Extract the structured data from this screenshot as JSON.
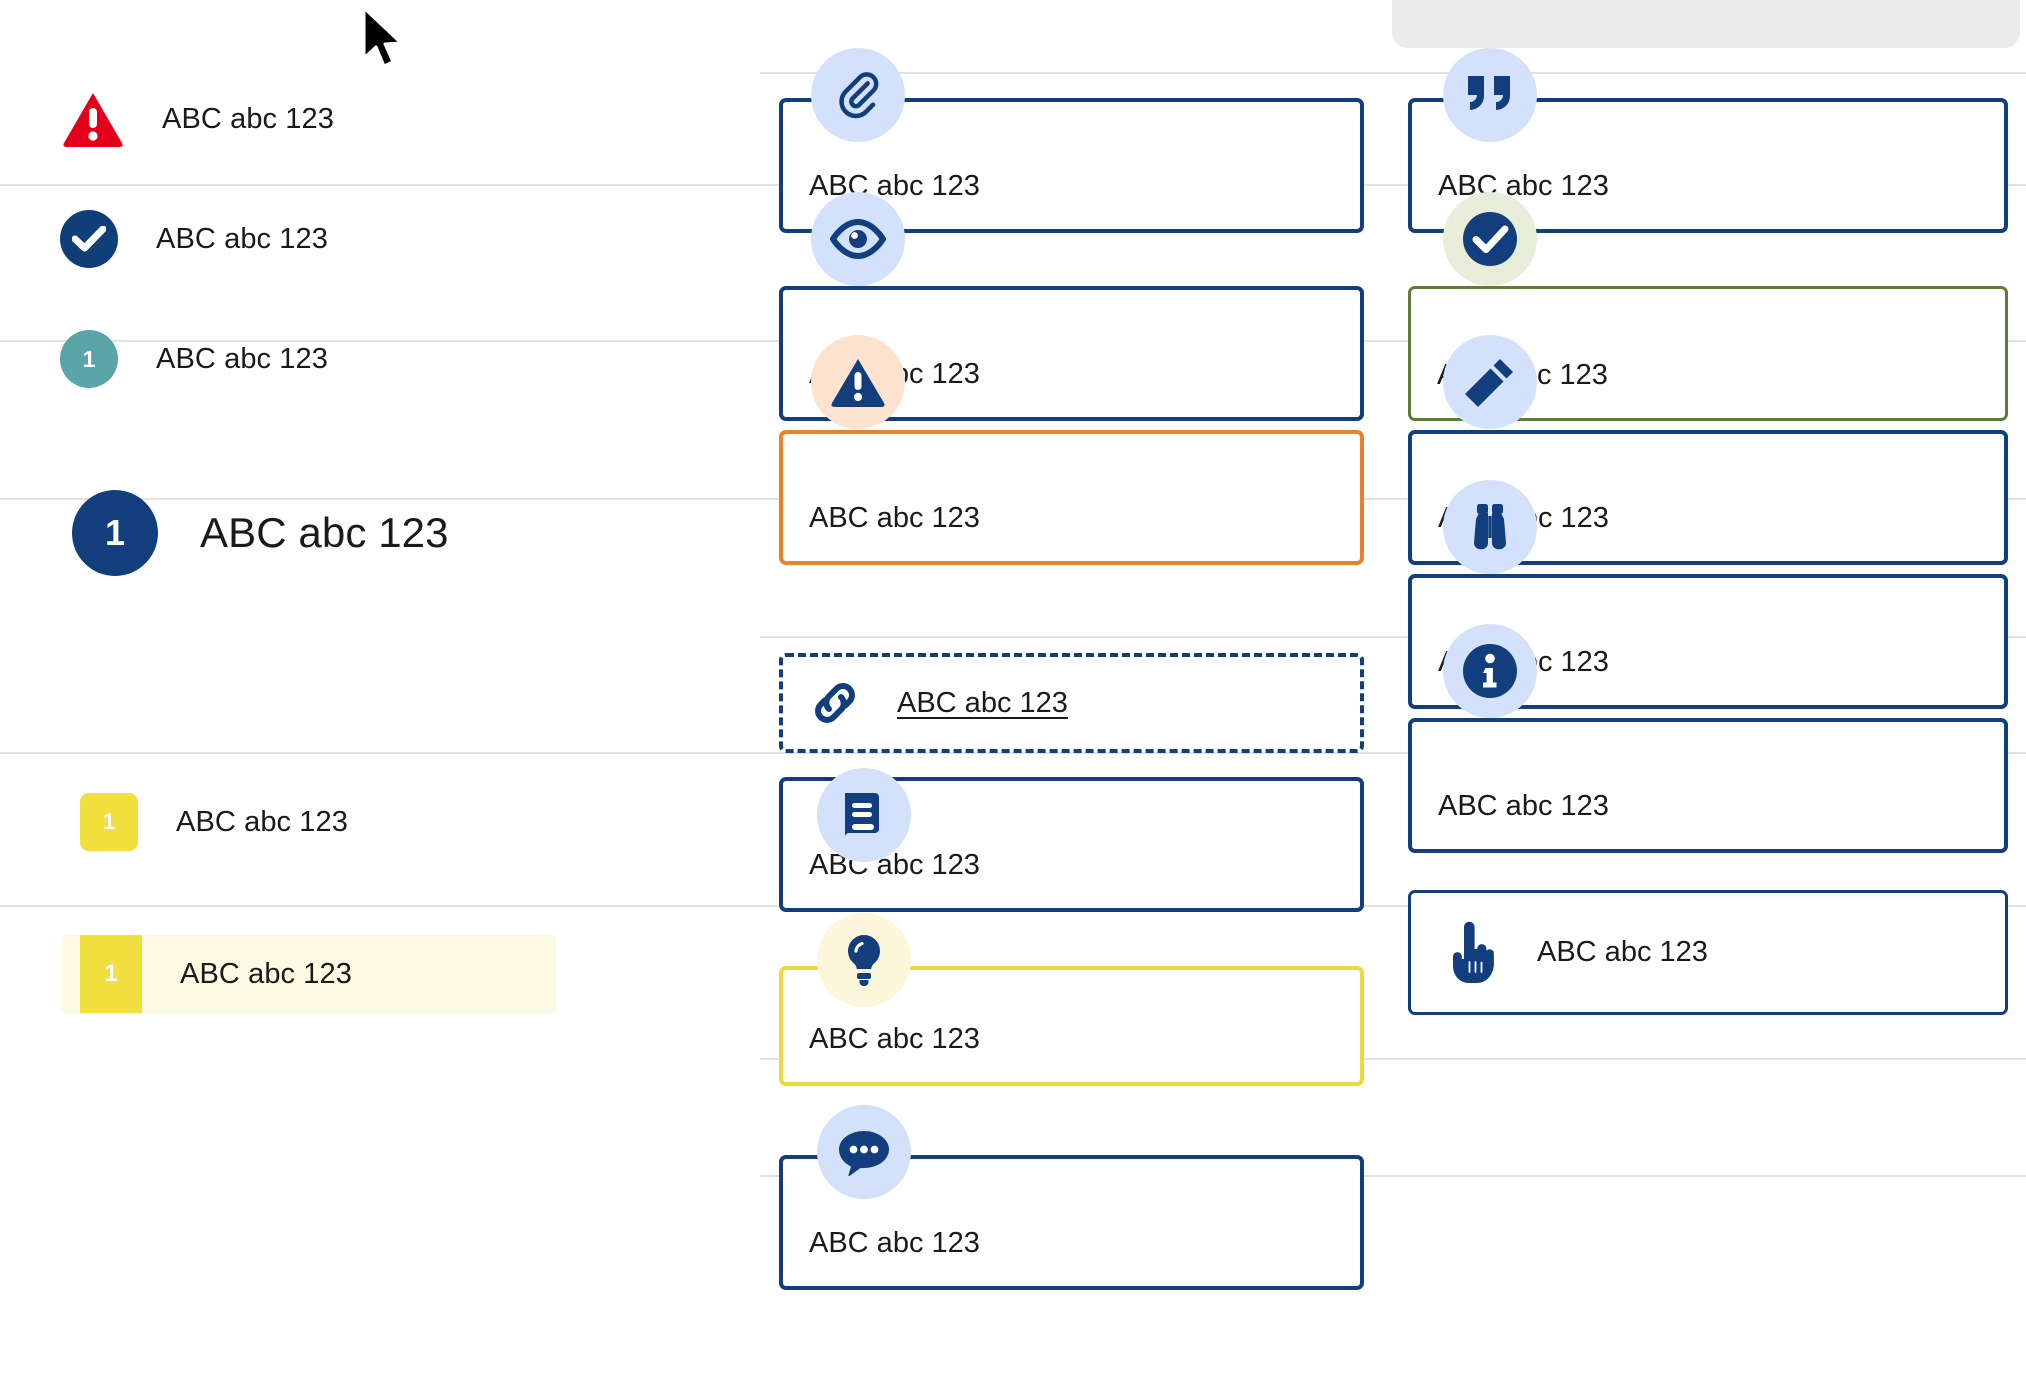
{
  "sample_text": "ABC abc 123",
  "colors": {
    "navy": "#123e7e",
    "red": "#e2001a",
    "teal": "#5ba5a8",
    "yellow": "#f0df3c",
    "yellow_border": "#eada3c",
    "orange": "#e8822b",
    "olive": "#5f7a3a",
    "badge_blue": "#d3e2fa",
    "badge_peach": "#fce3cf",
    "badge_palegreen": "#e8edda",
    "badge_paleyellow": "#fcf6da",
    "highlight_row": "#fcfae2",
    "divider": "#e2e2e2",
    "grey_panel": "#ebebeb"
  },
  "left_list": {
    "items": [
      {
        "icon": "warning-triangle-icon",
        "badge_text": "",
        "label": "ABC abc 123"
      },
      {
        "icon": "check-circle-icon",
        "badge_text": "",
        "label": "ABC abc 123"
      },
      {
        "icon": "number-circle-teal",
        "badge_text": "1",
        "label": "ABC abc 123"
      },
      {
        "icon": "number-circle-navy-large",
        "badge_text": "1",
        "label": "ABC abc 123"
      },
      {
        "icon": "number-square-yellow",
        "badge_text": "1",
        "label": "ABC abc 123"
      },
      {
        "icon": "number-bar-yellow",
        "badge_text": "1",
        "label": "ABC abc 123"
      }
    ]
  },
  "middle_column": {
    "cards": [
      {
        "icon": "paperclip-icon",
        "label": "ABC abc 123",
        "style": "navy"
      },
      {
        "icon": "eye-icon",
        "label": "ABC abc 123",
        "style": "navy"
      },
      {
        "icon": "warning-alert-icon",
        "label": "ABC abc 123",
        "style": "orange"
      },
      {
        "icon": "link-chain-icon",
        "label": "ABC abc 123",
        "style": "dashed"
      },
      {
        "icon": "book-icon",
        "label": "ABC abc 123",
        "style": "navy"
      },
      {
        "icon": "lightbulb-icon",
        "label": "ABC abc 123",
        "style": "yellow"
      },
      {
        "icon": "chat-bubble-icon",
        "label": "ABC abc 123",
        "style": "navy"
      }
    ]
  },
  "right_column": {
    "cards": [
      {
        "icon": "quote-marks-icon",
        "label": "ABC abc 123",
        "style": "navy"
      },
      {
        "icon": "check-circle-icon",
        "label": "ABC abc 123",
        "style": "olive"
      },
      {
        "icon": "pencil-icon",
        "label": "ABC abc 123",
        "style": "navy"
      },
      {
        "icon": "binoculars-icon",
        "label": "ABC abc 123",
        "style": "navy"
      },
      {
        "icon": "info-circle-icon",
        "label": "ABC abc 123",
        "style": "navy"
      },
      {
        "icon": "pointing-hand-icon",
        "label": "ABC abc 123",
        "style": "navy"
      }
    ]
  }
}
